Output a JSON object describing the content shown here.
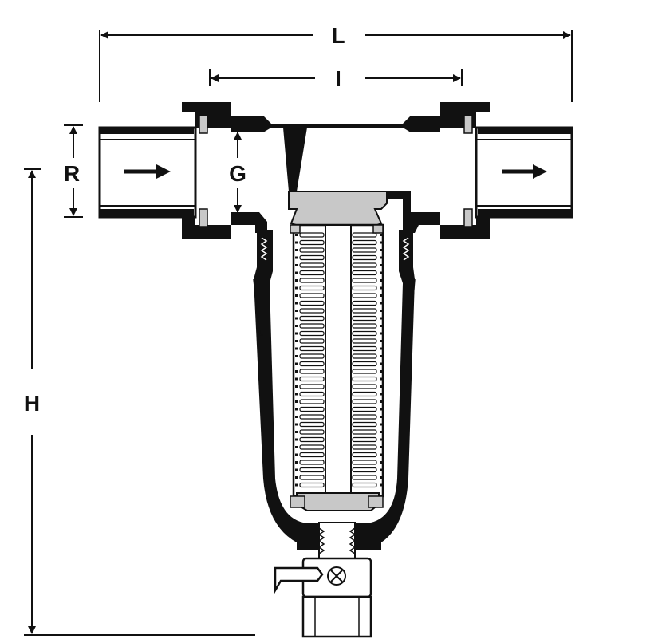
{
  "diagram": {
    "labels": {
      "overall_length": "L",
      "inner_length": "I",
      "thread_size": "R",
      "bore": "G",
      "height": "H"
    },
    "colors": {
      "ink": "#111111",
      "body_fill": "#ffffff",
      "gray": "#c8c8c8",
      "light_gray": "#e6e6e6"
    }
  }
}
